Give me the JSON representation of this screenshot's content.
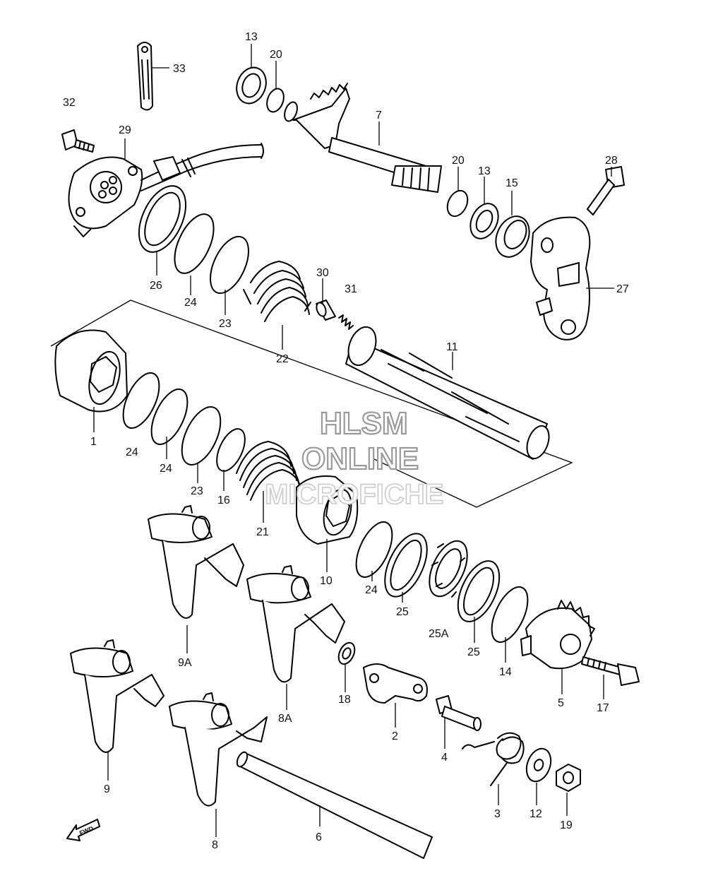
{
  "watermark": {
    "line1": "HLSM",
    "line2": "ONLINE",
    "line3": "MICROFICHE"
  },
  "direction_label": "FWD",
  "callouts": {
    "c13a": "13",
    "c20a": "20",
    "c33": "33",
    "c32": "32",
    "c29": "29",
    "c7": "7",
    "c20b": "20",
    "c13b": "13",
    "c15": "15",
    "c28": "28",
    "c26": "26",
    "c24a": "24",
    "c23a": "23",
    "c30": "30",
    "c31": "31",
    "c22": "22",
    "c27": "27",
    "c11": "11",
    "c1": "1",
    "c24b": "24",
    "c24c": "24",
    "c23b": "23",
    "c16": "16",
    "c21": "21",
    "c10": "10",
    "c24d": "24",
    "c25a": "25",
    "c25A": "25A",
    "c25b": "25",
    "c14": "14",
    "c9A": "9A",
    "c8A": "8A",
    "c18": "18",
    "c2": "2",
    "c5": "5",
    "c17": "17",
    "c4": "4",
    "c9": "9",
    "c8": "8",
    "c6": "6",
    "c3": "3",
    "c12": "12",
    "c19": "19"
  }
}
